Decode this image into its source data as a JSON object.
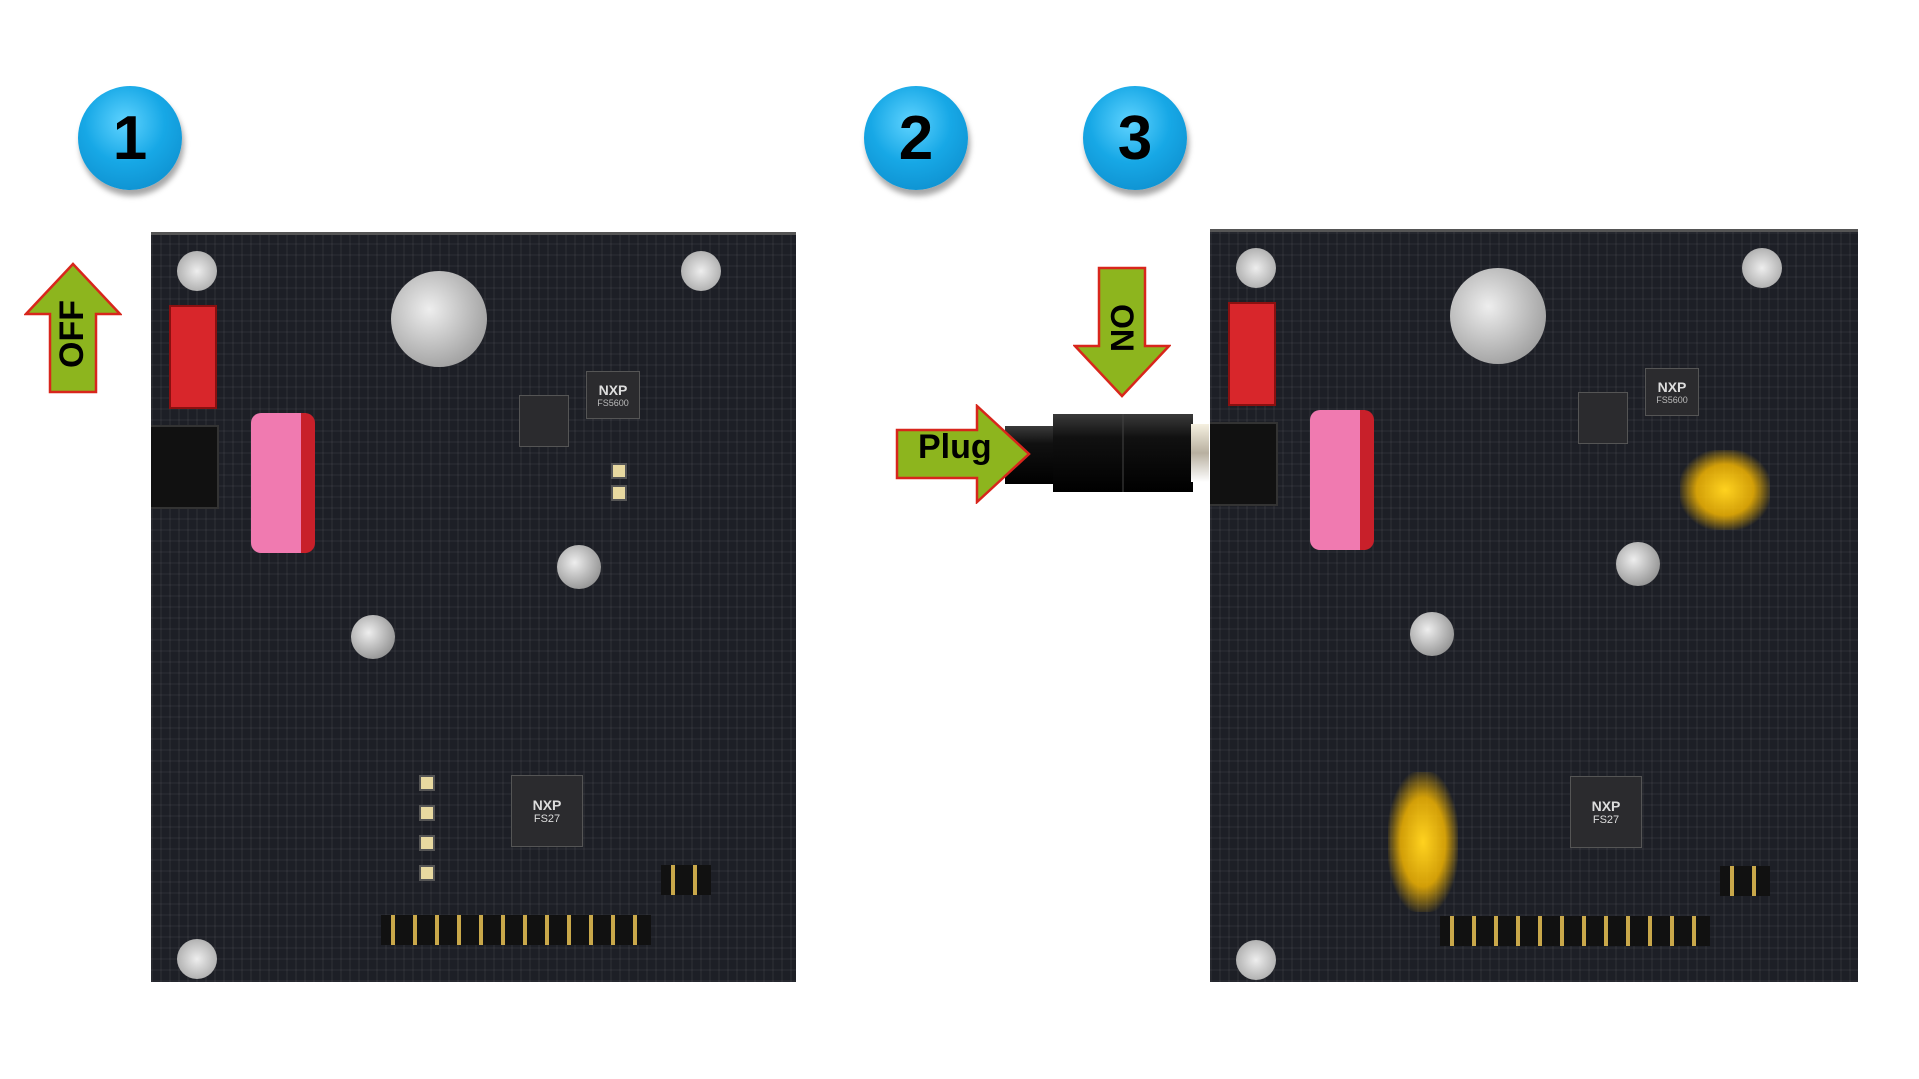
{
  "steps": [
    {
      "number": "1"
    },
    {
      "number": "2"
    },
    {
      "number": "3"
    }
  ],
  "arrows": {
    "off_label": "OFF",
    "on_label": "ON",
    "plug_label": "Plug"
  },
  "board": {
    "brand": "NXP",
    "main_chip": "FS27",
    "secondary_chip": "FS5600"
  },
  "colors": {
    "arrow_fill": "#8db51e",
    "arrow_border": "#d8261c",
    "step_badge": "#17a8e6",
    "led_glow": "#ffc400"
  }
}
